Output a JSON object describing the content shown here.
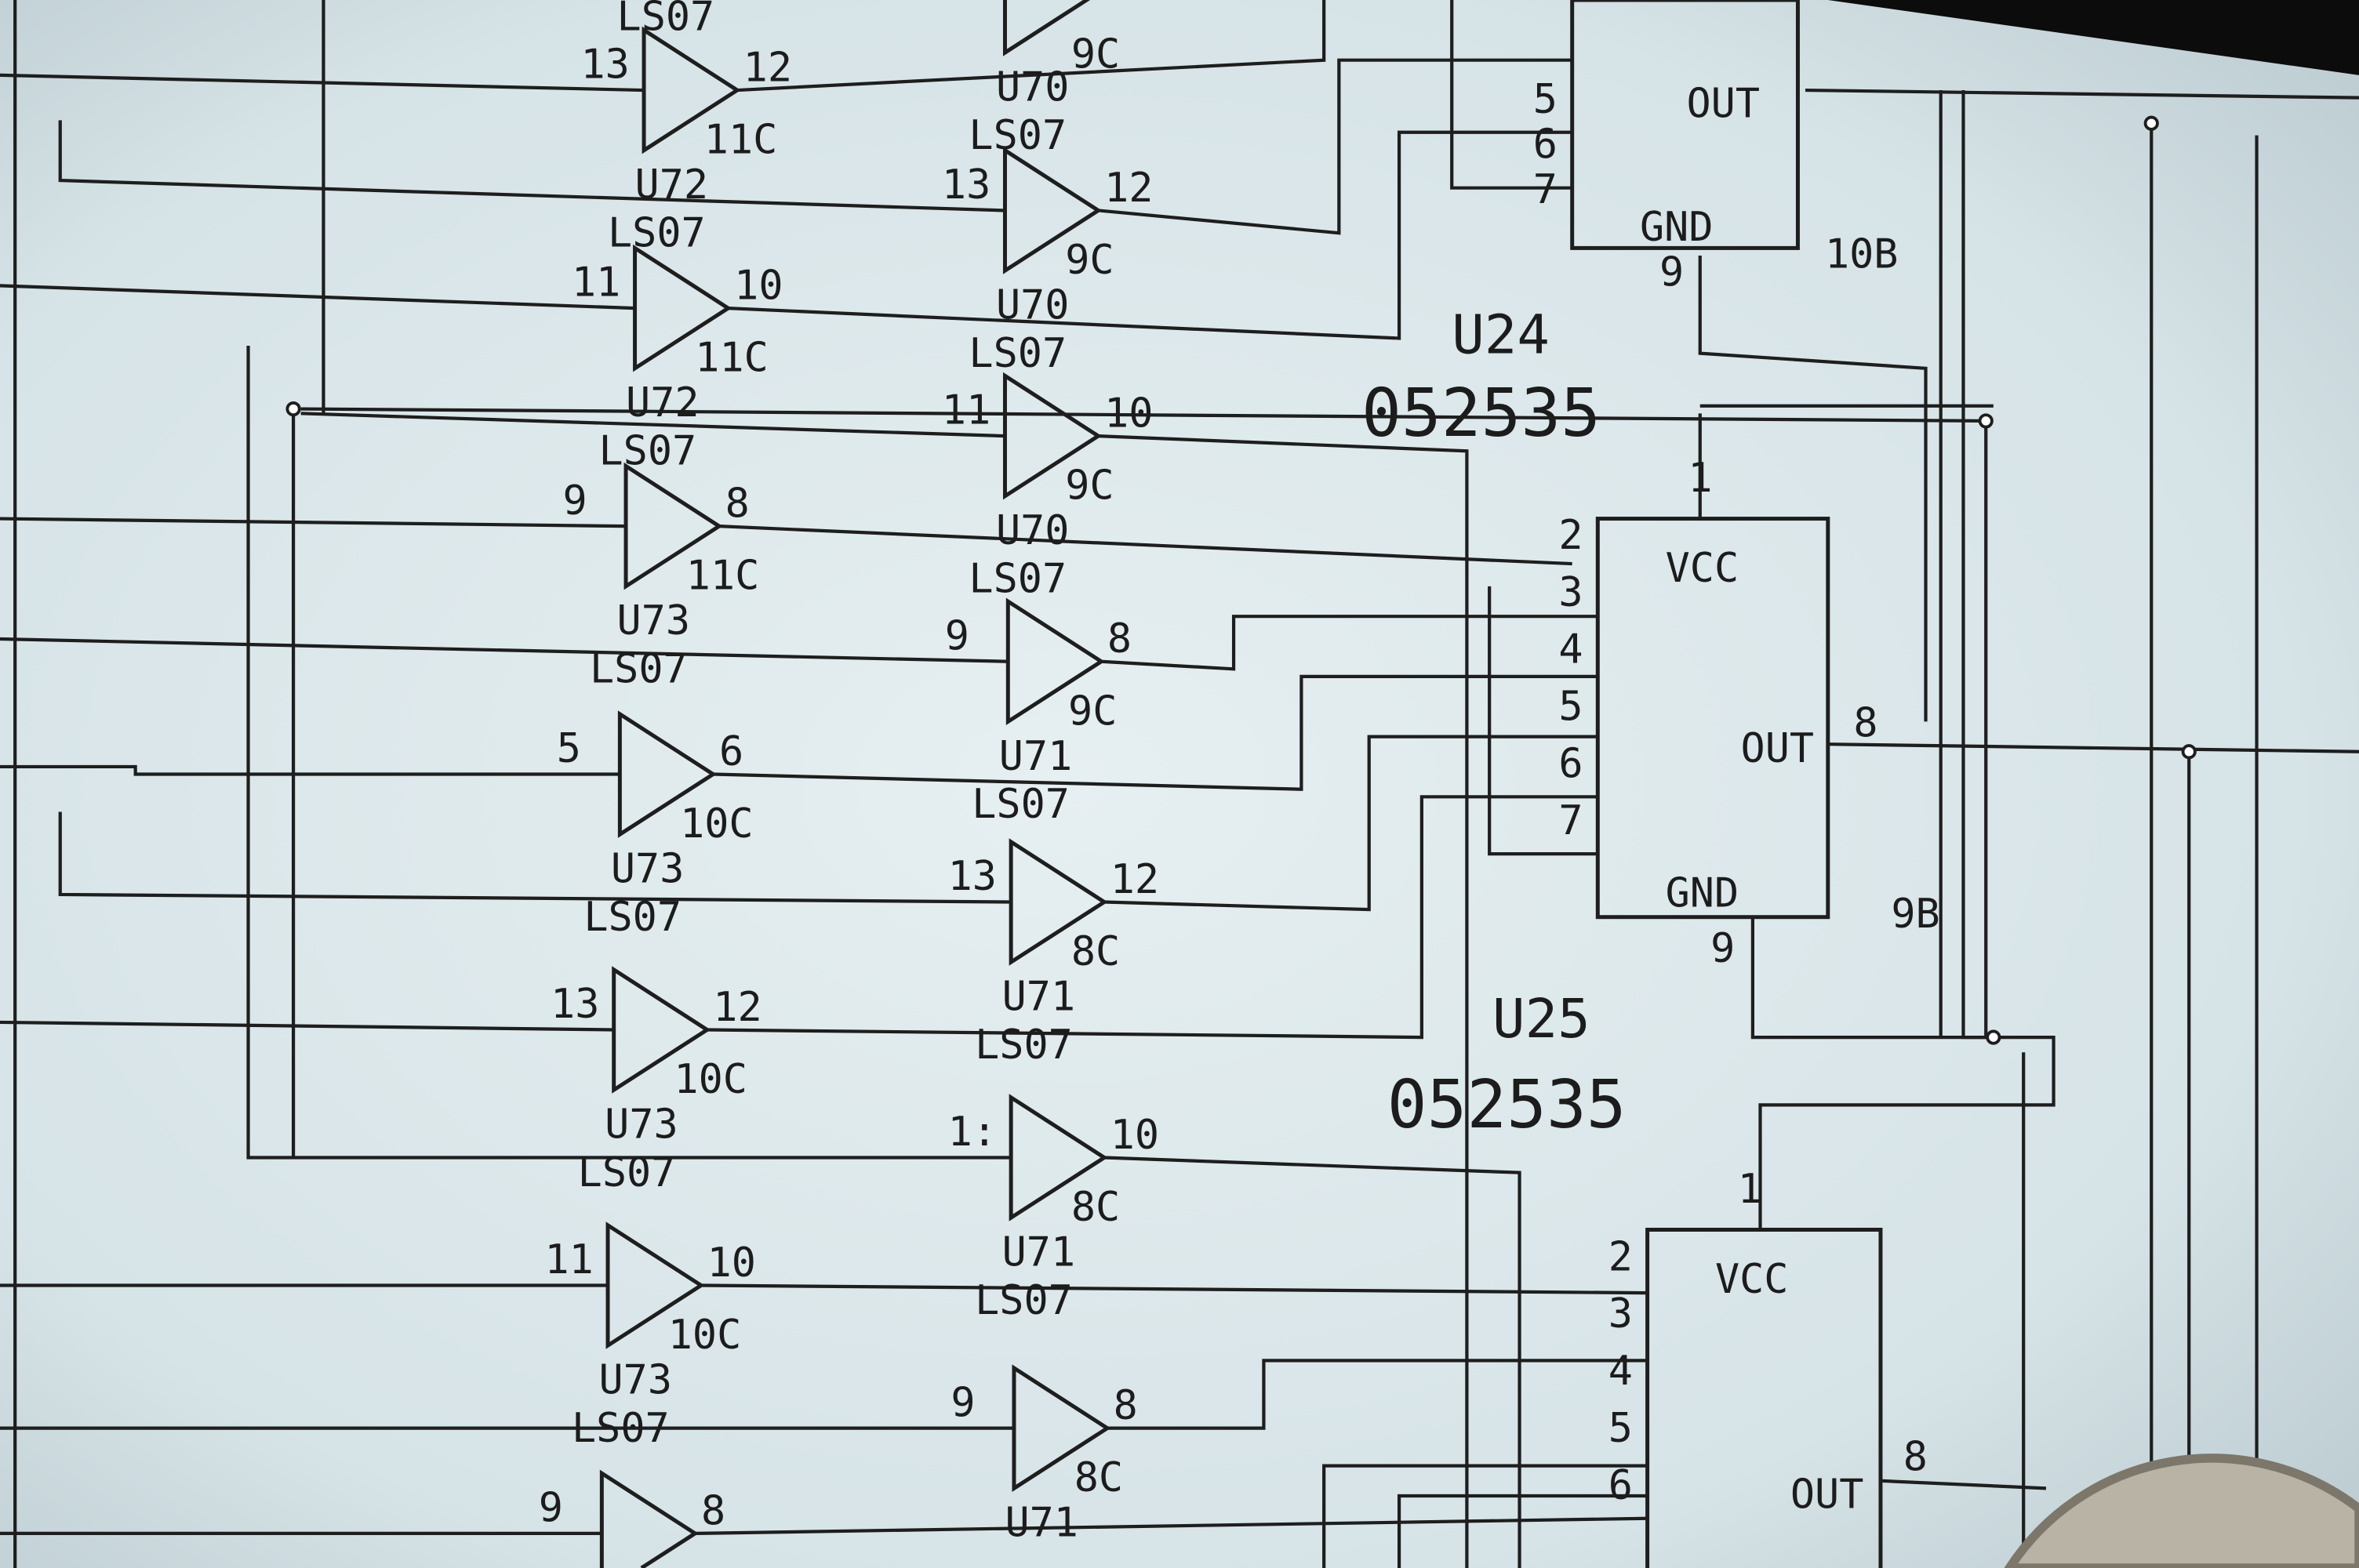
{
  "schematic": {
    "top_fragments": {
      "col1_type": "LS07",
      "col2_part": "9C"
    },
    "column1_gates": [
      {
        "in": "13",
        "out": "12",
        "part": "11C",
        "unit": "U72",
        "type": "LS07"
      },
      {
        "in": "11",
        "out": "10",
        "part": "11C",
        "unit": "U72",
        "type": "LS07"
      },
      {
        "in": "9",
        "out": "8",
        "part": "11C",
        "unit": "U73",
        "type": "LS07"
      },
      {
        "in": "5",
        "out": "6",
        "part": "10C",
        "unit": "U73",
        "type": "LS07"
      },
      {
        "in": "13",
        "out": "12",
        "part": "10C",
        "unit": "U73",
        "type": "LS07"
      },
      {
        "in": "11",
        "out": "10",
        "part": "10C",
        "unit": "U73",
        "type": "LS07"
      },
      {
        "in": "9",
        "out": "8",
        "part": "",
        "unit": "",
        "type": ""
      }
    ],
    "column2_gates": [
      {
        "in": "",
        "out": "",
        "part": "",
        "unit": "U70",
        "type": "LS07"
      },
      {
        "in": "13",
        "out": "12",
        "part": "9C",
        "unit": "U70",
        "type": "LS07"
      },
      {
        "in": "11",
        "out": "10",
        "part": "9C",
        "unit": "U70",
        "type": "LS07"
      },
      {
        "in": "9",
        "out": "8",
        "part": "9C",
        "unit": "U71",
        "type": "LS07"
      },
      {
        "in": "13",
        "out": "12",
        "part": "8C",
        "unit": "U71",
        "type": "LS07"
      },
      {
        "in": "1:",
        "out": "10",
        "part": "8C",
        "unit": "U71",
        "type": "LS07"
      },
      {
        "in": "9",
        "out": "8",
        "part": "8C",
        "unit": "U71",
        "type": ""
      }
    ],
    "chips": [
      {
        "pins_left": [
          "5",
          "6",
          "7"
        ],
        "out_label": "OUT",
        "gnd_label": "GND",
        "gnd_pin": "9",
        "ref": "10B",
        "unit": "U24",
        "part": "052535"
      },
      {
        "pins_left": [
          "2",
          "3",
          "4",
          "5",
          "6",
          "7"
        ],
        "vcc_pin": "1",
        "vcc_label": "VCC",
        "out_label": "OUT",
        "out_pin": "8",
        "gnd_label": "GND",
        "gnd_pin": "9",
        "ref": "9B",
        "unit": "U25",
        "part": "052535"
      },
      {
        "pins_left": [
          "2",
          "3",
          "4",
          "5",
          "6"
        ],
        "vcc_pin": "1",
        "vcc_label": "VCC",
        "out_label": "OUT",
        "out_pin": "8"
      }
    ],
    "colors": {
      "screen": "#dce8eb",
      "ink": "#1e1e1e",
      "bezel": "#0c0c0c"
    }
  }
}
